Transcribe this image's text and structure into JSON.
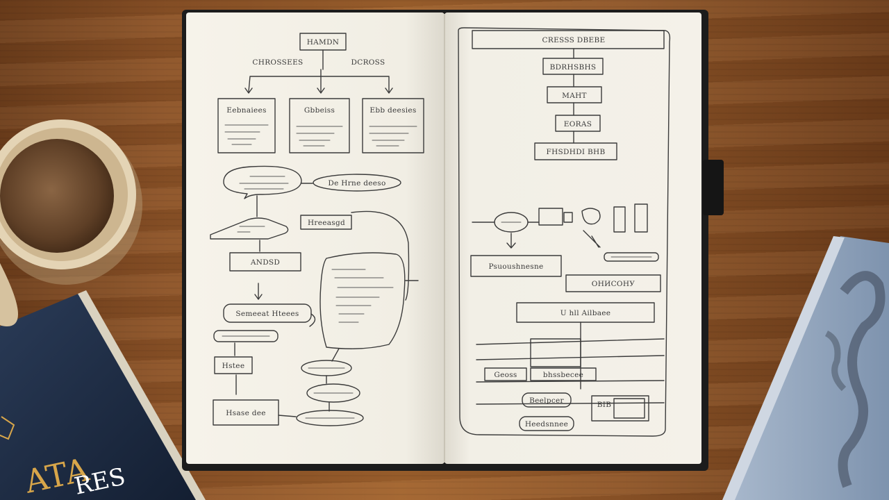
{
  "scene": {
    "description_free": true
  },
  "left_page": {
    "title_box": "HAMDN",
    "branch_labels": [
      "CHROSSEES",
      "DCROSS"
    ],
    "cards": [
      "Eebnaiees",
      "Gbbeiss",
      "Ebb deesies"
    ],
    "speech_bubble_text": "",
    "ellipse_label": "De Hrne deeso",
    "tag_label": "Hreeasgd",
    "rect_label": "ANDSD",
    "wide_label": "Semeeat Hteees",
    "small_label": "Hstee",
    "bottom_label": "Hsase dee"
  },
  "right_page": {
    "header": "CRESSS DBEBE",
    "stack": [
      "BDRHSBHS",
      "MAHT",
      "EORAS",
      "FHSDHDI BHB"
    ],
    "left_box": "Psuoushnesne",
    "grid_box": "ОНИСОНУ",
    "wide_box": "U hll Ailbaee",
    "row_left": "Geoss",
    "row_right": "bhssbecee",
    "bottom_left": "Beelpcer",
    "bottom_pill": "Heedsnnee",
    "grid_small": "BIB"
  },
  "book_left": {
    "cover_lines": [
      "ATA",
      "RES"
    ],
    "color": "#1d2d45"
  },
  "book_right": {
    "color": "#8ea4c0"
  },
  "colors": {
    "paper": "#f3f0e7",
    "ink": "#3b3b3b",
    "coffee": "#6b4a30",
    "mug": "#d9c6a4"
  }
}
